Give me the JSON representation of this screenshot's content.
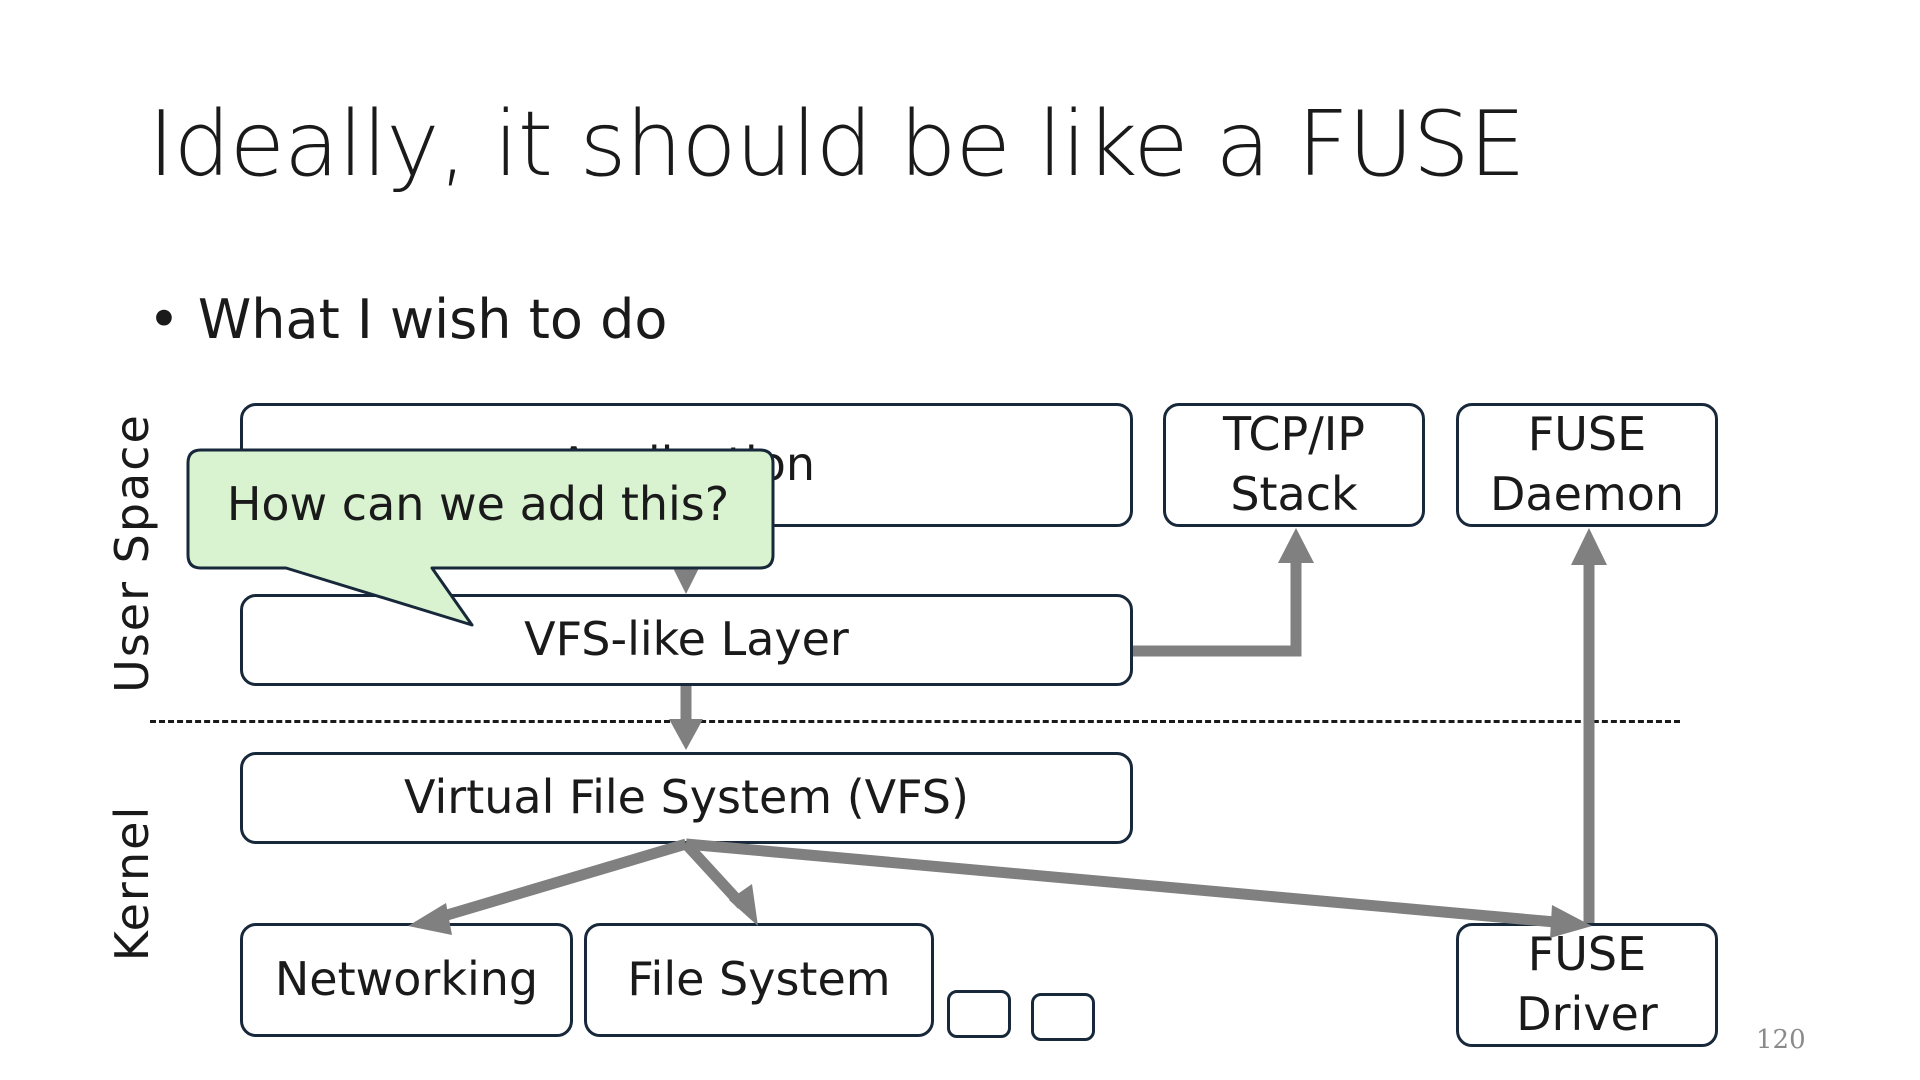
{
  "slide": {
    "title": "Ideally, it should be like a FUSE",
    "bullet": "What I wish to do",
    "bullet_marker": "•",
    "page_number": "120"
  },
  "labels": {
    "user_space": "User Space",
    "kernel": "Kernel"
  },
  "nodes": {
    "application": "Application",
    "tcp_ip": "TCP/IP\nStack",
    "fuse_daemon": "FUSE\nDaemon",
    "vfs_like_layer": "VFS-like Layer",
    "vfs": "Virtual File System (VFS)",
    "networking": "Networking",
    "file_system": "File System",
    "fuse_driver": "FUSE\nDriver"
  },
  "callout": {
    "text": "How can we add this?"
  },
  "colors": {
    "box_border": "#17283a",
    "arrow": "#808080",
    "callout_fill": "#d9f2d0",
    "callout_border": "#17283a"
  }
}
